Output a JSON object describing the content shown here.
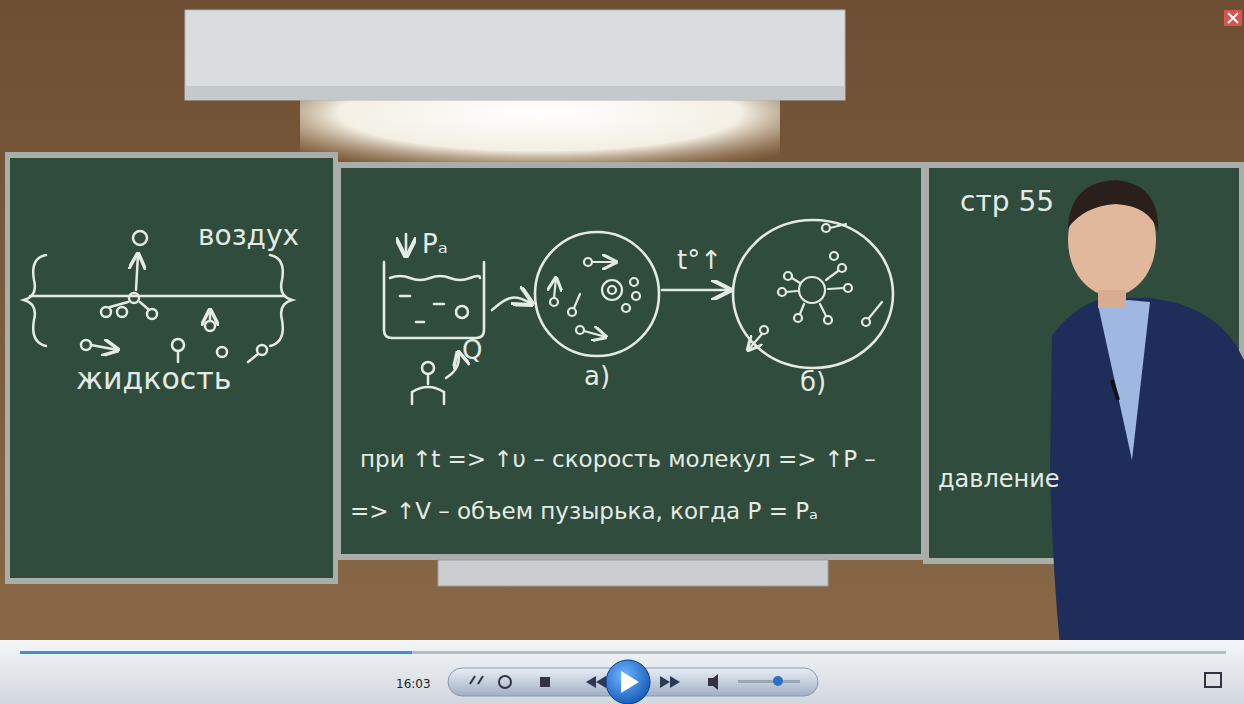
{
  "diagram": {
    "nodes": [
      {
        "text": [
          "Pₐ"
        ]
      },
      {
        "text": [
          "а)"
        ]
      },
      {
        "text": [
          "б)"
        ]
      }
    ],
    "edges": [
      {
        "from": 0,
        "to": 1,
        "arrow": "to"
      },
      {
        "from": 1,
        "to": 2,
        "arrow": "to",
        "label": "t°↑"
      }
    ],
    "labels": [
      "воздух",
      "жидкость",
      "Q",
      "при ↑t => ↑υ – скорость молекул => ↑P –",
      "=> ↑V – объем пузырька, когда P = Pₐ",
      "стр 55",
      "давление",
      "16:03"
    ]
  }
}
